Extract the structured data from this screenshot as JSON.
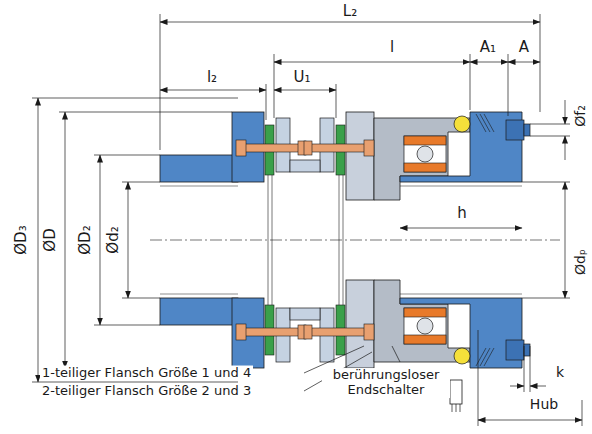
{
  "diagram": {
    "labels": [
      "L₂",
      "l₂",
      "U₁",
      "l",
      "A₁",
      "A",
      "ØD₃",
      "ØD",
      "ØD₂",
      "Ød₂",
      "Øf₂",
      "h",
      "Ødₚ",
      "1-teiliger Flansch Größe 1 und 4",
      "2-teiliger Flansch Größe 2 und 3",
      "berührungsloser Endschalter",
      "k",
      "Hub"
    ]
  }
}
